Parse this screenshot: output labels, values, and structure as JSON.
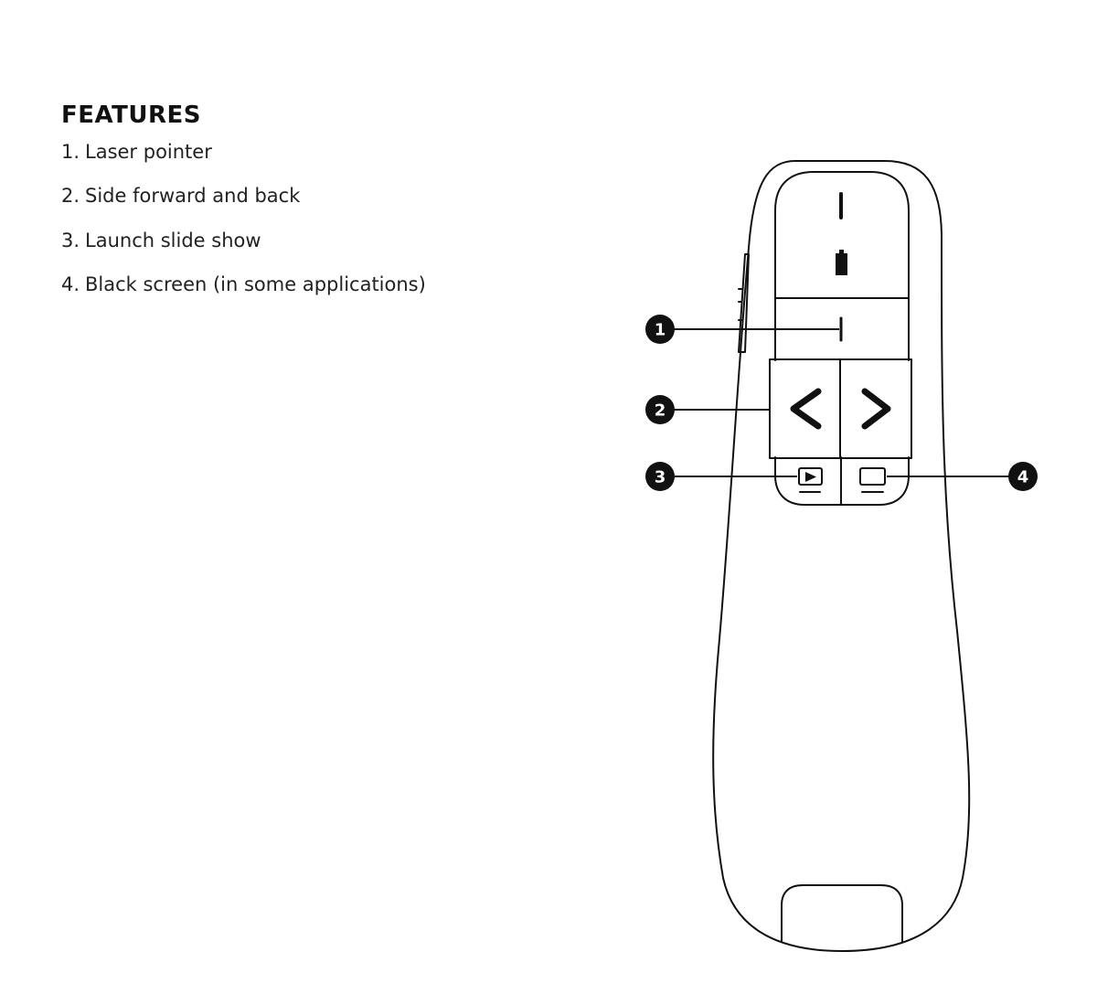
{
  "features": {
    "title": "FEATURES",
    "items": [
      {
        "number": "1.",
        "label": "Laser pointer"
      },
      {
        "number": "2.",
        "label": "Side forward and back"
      },
      {
        "number": "3.",
        "label": "Launch slide show"
      },
      {
        "number": "4.",
        "label": "Black screen (in some applications)"
      }
    ]
  },
  "diagram": {
    "callouts": [
      "1",
      "2",
      "3",
      "4"
    ],
    "colors": {
      "line": "#111111",
      "callout_fill": "#111111",
      "callout_text": "#ffffff",
      "background": "#ffffff"
    }
  }
}
